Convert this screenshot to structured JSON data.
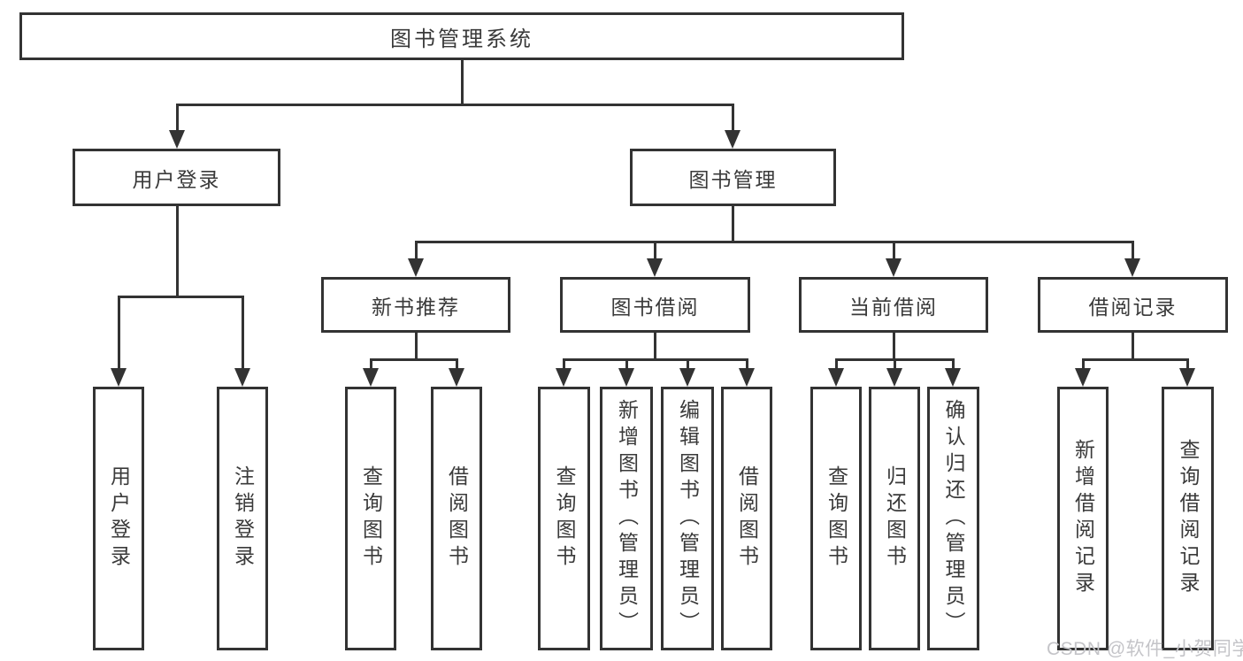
{
  "colors": {
    "line": "#333333",
    "text": "#3a3a3a",
    "watermark": "#c4c4c8"
  },
  "diagram": {
    "root": {
      "label": "图书管理系统"
    },
    "level2": [
      {
        "label": "用户登录"
      },
      {
        "label": "图书管理"
      }
    ],
    "level3": [
      {
        "label": "新书推荐",
        "parent": "图书管理"
      },
      {
        "label": "图书借阅",
        "parent": "图书管理"
      },
      {
        "label": "当前借阅",
        "parent": "图书管理"
      },
      {
        "label": "借阅记录",
        "parent": "图书管理"
      }
    ],
    "leaves": [
      {
        "label": "用户登录",
        "parent": "用户登录"
      },
      {
        "label": "注销登录",
        "parent": "用户登录"
      },
      {
        "label": "查询图书",
        "parent": "新书推荐"
      },
      {
        "label": "借阅图书",
        "parent": "新书推荐"
      },
      {
        "label": "查询图书",
        "parent": "图书借阅"
      },
      {
        "label": "新增图书（管理员）",
        "parent": "图书借阅"
      },
      {
        "label": "编辑图书（管理员）",
        "parent": "图书借阅"
      },
      {
        "label": "借阅图书",
        "parent": "图书借阅"
      },
      {
        "label": "查询图书",
        "parent": "当前借阅"
      },
      {
        "label": "归还图书",
        "parent": "当前借阅"
      },
      {
        "label": "确认归还（管理员）",
        "parent": "当前借阅"
      },
      {
        "label": "新增借阅记录",
        "parent": "借阅记录"
      },
      {
        "label": "查询借阅记录",
        "parent": "借阅记录"
      }
    ]
  },
  "watermark": {
    "text": "CSDN @软件_小贺同学"
  }
}
